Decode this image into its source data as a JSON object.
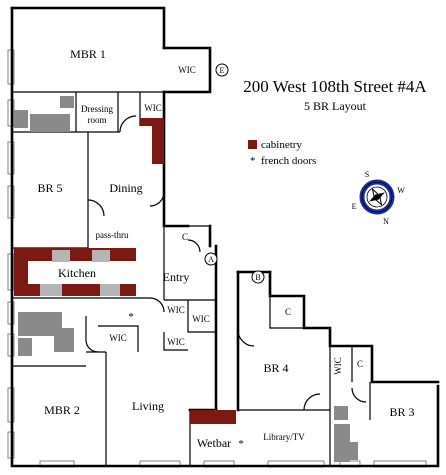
{
  "title": "200 West 108th Street #4A",
  "subtitle": "5 BR Layout",
  "legend": {
    "cabinetry": "cabinetry",
    "french_doors": "french doors",
    "french_doors_symbol": "*",
    "cabinetry_color": "#7b1a14"
  },
  "rooms": {
    "mbr1": "MBR 1",
    "wic_top": "WIC",
    "dressing_1": "Dressing",
    "dressing_2": "room",
    "wic_mbr1": "WIC",
    "br5": "BR 5",
    "dining": "Dining",
    "pass_thru": "pass-thru",
    "kitchen": "Kitchen",
    "entry": "Entry",
    "closet_entry": "C",
    "wic_entry_1": "WIC",
    "wic_entry_2": "WIC",
    "wic_entry_3": "WIC",
    "wic_hall": "WIC",
    "mbr2": "MBR 2",
    "living": "Living",
    "wetbar": "Wetbar",
    "library": "Library/TV",
    "br4": "BR 4",
    "closet_br4": "C",
    "wic_br3": "WIC",
    "closet_br3": "C",
    "br3": "BR 3"
  },
  "markers": {
    "a": "A",
    "b": "B",
    "e": "E"
  },
  "french_door_marks": [
    "*",
    "*"
  ],
  "compass": {
    "n": "N",
    "s": "S",
    "e": "E",
    "w": "W",
    "ring_color": "#1b2f9e"
  }
}
